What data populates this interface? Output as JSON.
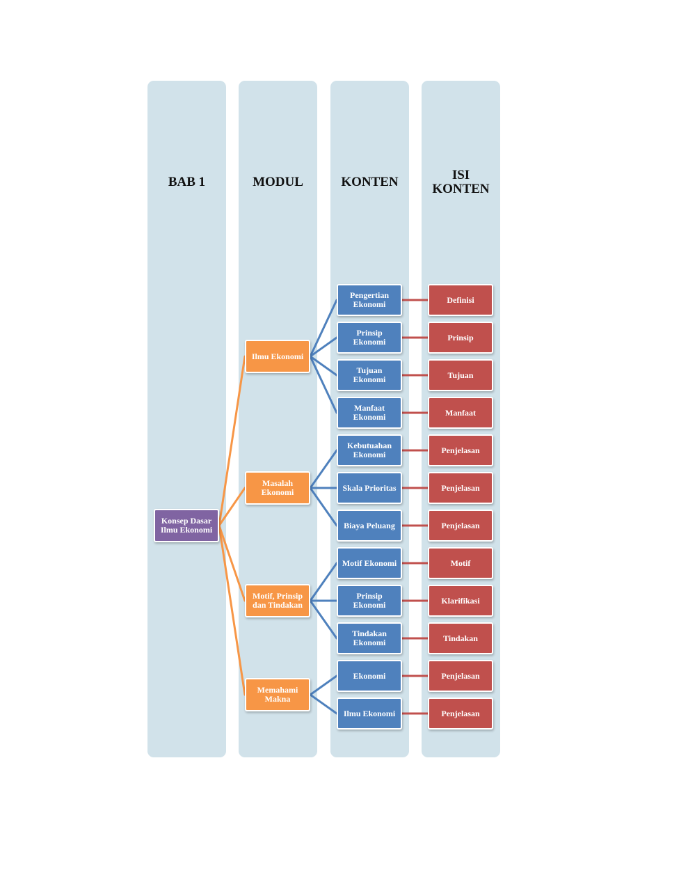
{
  "headers": {
    "bab": "BAB 1",
    "modul": "MODUL",
    "konten": "KONTEN",
    "isi_line1": "ISI",
    "isi_line2": "KONTEN"
  },
  "root": {
    "label": "Konsep Dasar Ilmu Ekonomi"
  },
  "modules": [
    {
      "label": "Ilmu Ekonomi",
      "rows": [
        0,
        1,
        2,
        3
      ]
    },
    {
      "label": "Masalah Ekonomi",
      "rows": [
        4,
        5,
        6
      ]
    },
    {
      "label": "Motif, Prinsip dan Tindakan",
      "rows": [
        7,
        8,
        9
      ]
    },
    {
      "label": "Memahami Makna",
      "rows": [
        10,
        11
      ]
    }
  ],
  "rows": [
    {
      "konten": "Pengertian Ekonomi",
      "isi": "Definisi"
    },
    {
      "konten": "Prinsip Ekonomi",
      "isi": "Prinsip"
    },
    {
      "konten": "Tujuan Ekonomi",
      "isi": "Tujuan"
    },
    {
      "konten": "Manfaat Ekonomi",
      "isi": "Manfaat"
    },
    {
      "konten": "Kebutuahan Ekonomi",
      "isi": "Penjelasan"
    },
    {
      "konten": "Skala Prioritas",
      "isi": "Penjelasan"
    },
    {
      "konten": "Biaya Peluang",
      "isi": "Penjelasan"
    },
    {
      "konten": "Motif Ekonomi",
      "isi": "Motif"
    },
    {
      "konten": "Prinsip Ekonomi",
      "isi": "Klarifikasi"
    },
    {
      "konten": "Tindakan Ekonomi",
      "isi": "Tindakan"
    },
    {
      "konten": "Ekonomi",
      "isi": "Penjelasan"
    },
    {
      "konten": "Ilmu Ekonomi",
      "isi": "Penjelasan"
    }
  ],
  "colors": {
    "column_bg": "#d1e2ea",
    "root": "#8064a2",
    "module": "#f79646",
    "konten": "#4f81bd",
    "isi": "#c0504d"
  }
}
